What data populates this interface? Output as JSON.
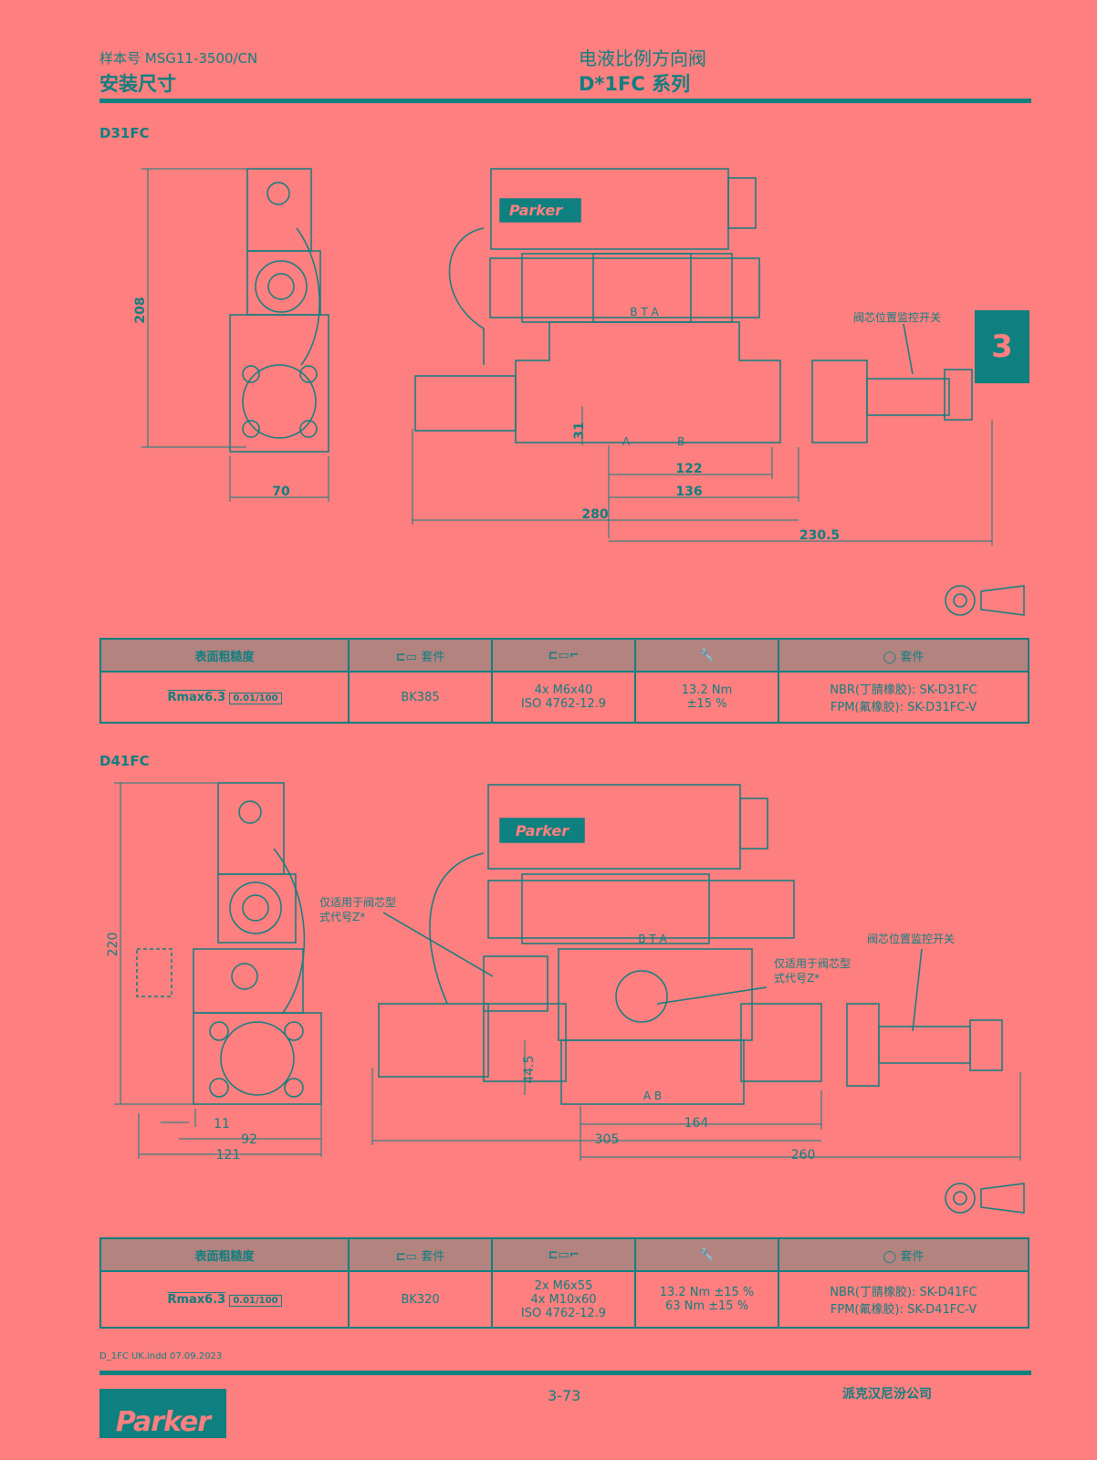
{
  "header": {
    "catalog": "样本号 MSG11-3500/CN",
    "section": "安装尺寸",
    "product": "电液比例方向阀",
    "series": "D*1FC 系列"
  },
  "tab_marker": "3",
  "d31": {
    "title": "D31FC",
    "drawing": {
      "brand": "Parker",
      "ports_top": "B T A",
      "port_a": "A",
      "port_b": "B",
      "switch_label": "阀芯位置监控开关",
      "dims": {
        "height": "208",
        "width": "70",
        "d31": "31",
        "d122": "122",
        "d136": "136",
        "d280": "280",
        "d2305": "230.5"
      }
    },
    "table": {
      "headers": [
        "表面粗糙度",
        "套件",
        "",
        "",
        "套件"
      ],
      "roughness": "Rmax6.3",
      "flatness": "0.01/100",
      "seal_kit": "BK385",
      "bolts": [
        "4x M6x40",
        "ISO 4762-12.9"
      ],
      "torque": [
        "13.2 Nm",
        "±15 %"
      ],
      "orings": [
        "NBR(丁腈橡胶): SK-D31FC",
        "FPM(氟橡胶): SK-D31FC-V"
      ]
    }
  },
  "d41": {
    "title": "D41FC",
    "drawing": {
      "brand": "Parker",
      "ports_top": "B T A",
      "ports_bottom": "A B",
      "only_z_label": [
        "仅适用于阀芯型",
        "式代号Z*"
      ],
      "switch_label": "阀芯位置监控开关",
      "dims": {
        "height": "220",
        "d11": "11",
        "d92": "92",
        "d121": "121",
        "d445": "44.5",
        "d164": "164",
        "d305": "305",
        "d260": "260"
      }
    },
    "table": {
      "headers": [
        "表面粗糙度",
        "套件",
        "",
        "",
        "套件"
      ],
      "roughness": "Rmax6.3",
      "flatness": "0.01/100",
      "seal_kit": "BK320",
      "bolts": [
        "2x M6x55",
        "4x M10x60",
        "ISO 4762-12.9"
      ],
      "torque": [
        "13.2 Nm ±15 %",
        "63 Nm ±15 %"
      ],
      "orings": [
        "NBR(丁腈橡胶): SK-D41FC",
        "FPM(氟橡胶): SK-D41FC-V"
      ]
    }
  },
  "footer": {
    "file": "D_1FC UK.indd 07.09.2023",
    "page": "3-73",
    "company": "派克汉尼汾公司",
    "logo": "Parker"
  },
  "colors": {
    "background": "#fe7f7f",
    "accent": "#0f8080",
    "table_header": "#b2837f"
  }
}
